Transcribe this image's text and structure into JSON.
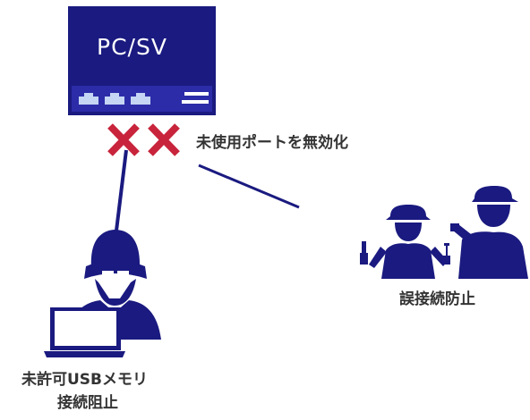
{
  "server": {
    "label": "PC/SV"
  },
  "labels": {
    "disable_ports": "未使用ポートを無効化",
    "prevent_misconnection": "誤接続防止",
    "block_usb_line1": "未許可USBメモリ",
    "block_usb_line2": "接続阻止"
  },
  "colors": {
    "navy": "#1a1a80",
    "blocked_mark": "#c8243c",
    "text": "#333333",
    "background": "#ffffff"
  },
  "icons": [
    "server-icon",
    "lan-port-icon",
    "disabled-cross-icon",
    "hacker-icon",
    "laptop-icon",
    "technician-icon"
  ]
}
